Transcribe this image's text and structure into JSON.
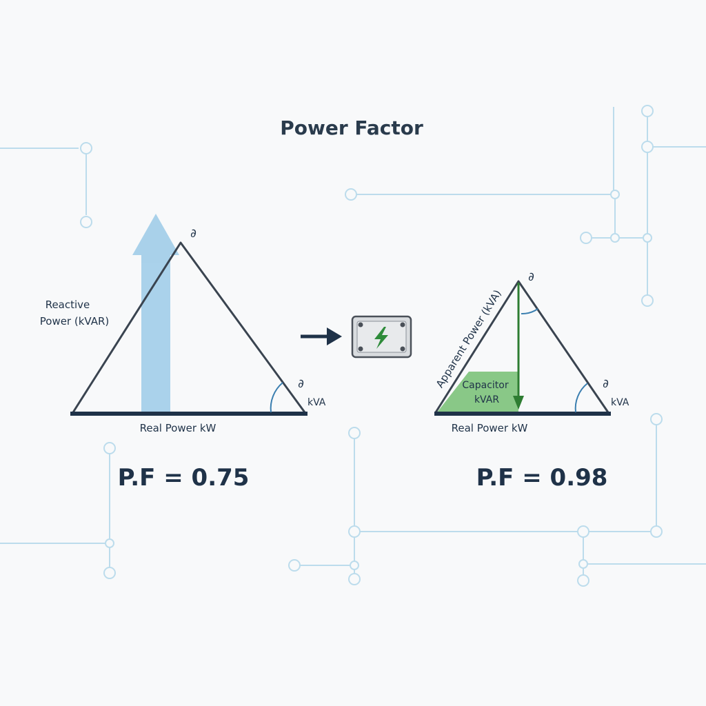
{
  "title": "Power Factor",
  "left": {
    "reactive_line1": "Reactive",
    "reactive_line2": "Power (kVAR)",
    "real_power": "Real Power kW",
    "kva": "kVA",
    "angle_top": "∂",
    "angle_right": "∂",
    "pf_label": "P.F = 0.75"
  },
  "right": {
    "apparent_power": "Apparent Power (kVA)",
    "capacitor_line1": "Capacitor",
    "capacitor_line2": "kVAR",
    "real_power": "Real Power kW",
    "kva": "kVA",
    "angle_top": "∂",
    "angle_right": "∂",
    "pf_label": "P.F = 0.98"
  },
  "colors": {
    "navy": "#1f3248",
    "triangle": "#3a4450",
    "reactive_arrow": "#9ccbe8",
    "capacitor_fill": "#7cc27a",
    "capacitor_arrow": "#2e7d32",
    "circuit": "#bcdcec",
    "bolt": "#2e8b3a"
  },
  "icons": {
    "transition_arrow": "arrow-right-icon",
    "capacitor_device": "capacitor-bolt-icon"
  }
}
